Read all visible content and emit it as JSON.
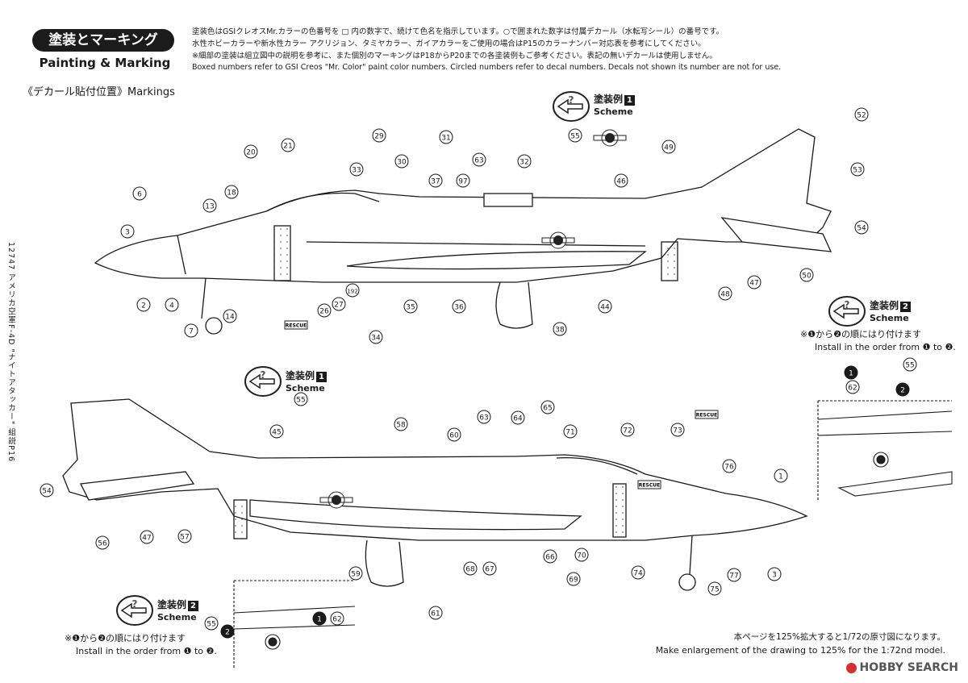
{
  "header": {
    "badge_ja": "塗装とマーキング",
    "title_en": "Painting & Marking",
    "markings_label": "《デカール貼付位置》Markings"
  },
  "notes": {
    "ja_line1": "塗装色はGSIクレオスMr.カラーの色番号を □ 内の数字で、続けて色名を指示しています。○で囲まれた数字は付属デカール（水転写シール）の番号です。",
    "ja_line2": "水性ホビーカラーや新水性カラー アクリジョン、タミヤカラー、ガイアカラーをご使用の場合はP15のカラーナンバー対応表を参考にしてください。",
    "ja_line3": "※細部の塗装は組立図中の説明を参考に、また個別のマーキングはP18からP20までの各塗装例もご参考ください。表記の無いデカールは使用しません。",
    "en": "Boxed numbers refer to GSI Creos \"Mr. Color\" paint color numbers. Circled numbers refer to decal numbers. Decals not shown its number are not for use."
  },
  "scheme1_top": {
    "label_ja": "塗装例",
    "num": "1",
    "label_en": "Scheme"
  },
  "scheme1_bottom": {
    "label_ja": "塗装例",
    "num": "1",
    "label_en": "Scheme"
  },
  "scheme2_right": {
    "label_ja": "塗装例",
    "num": "2",
    "label_en": "Scheme",
    "install_ja": "※❶から❷の順にはり付けます",
    "install_en": "Install in the order from ❶ to ❷."
  },
  "scheme2_left": {
    "label_ja": "塗装例",
    "num": "2",
    "label_en": "Scheme",
    "install_ja": "※❶から❷の順にはり付けます",
    "install_en": "Install in the order from ❶ to ❷."
  },
  "side_text": "12747 アメリカ空軍F-4D \"ナイトアタッカー\" 組説P16",
  "footer": {
    "ja": "本ページを125%拡大すると1/72の原寸図になります。",
    "en": "Make enlargement of the drawing to 125% for the 1:72nd model."
  },
  "watermark": "HOBBY SEARCH",
  "callouts_top": [
    "2",
    "3",
    "4",
    "6",
    "7",
    "13",
    "14",
    "18",
    "20",
    "21",
    "26",
    "27",
    "29",
    "30",
    "31",
    "32",
    "33",
    "34",
    "35",
    "36",
    "37",
    "38",
    "44",
    "46",
    "47",
    "48",
    "49",
    "50",
    "52",
    "53",
    "54",
    "55",
    "63",
    "97",
    "192"
  ],
  "callouts_bottom": [
    "1",
    "3",
    "45",
    "47",
    "54",
    "55",
    "56",
    "57",
    "58",
    "59",
    "60",
    "61",
    "63",
    "64",
    "65",
    "66",
    "67",
    "68",
    "69",
    "70",
    "71",
    "72",
    "73",
    "74",
    "75",
    "76",
    "77"
  ],
  "callouts_detail_right": [
    "1",
    "2",
    "55",
    "62"
  ],
  "callouts_detail_left": [
    "1",
    "2",
    "55",
    "62"
  ],
  "decal_rescue": "RESCUE"
}
